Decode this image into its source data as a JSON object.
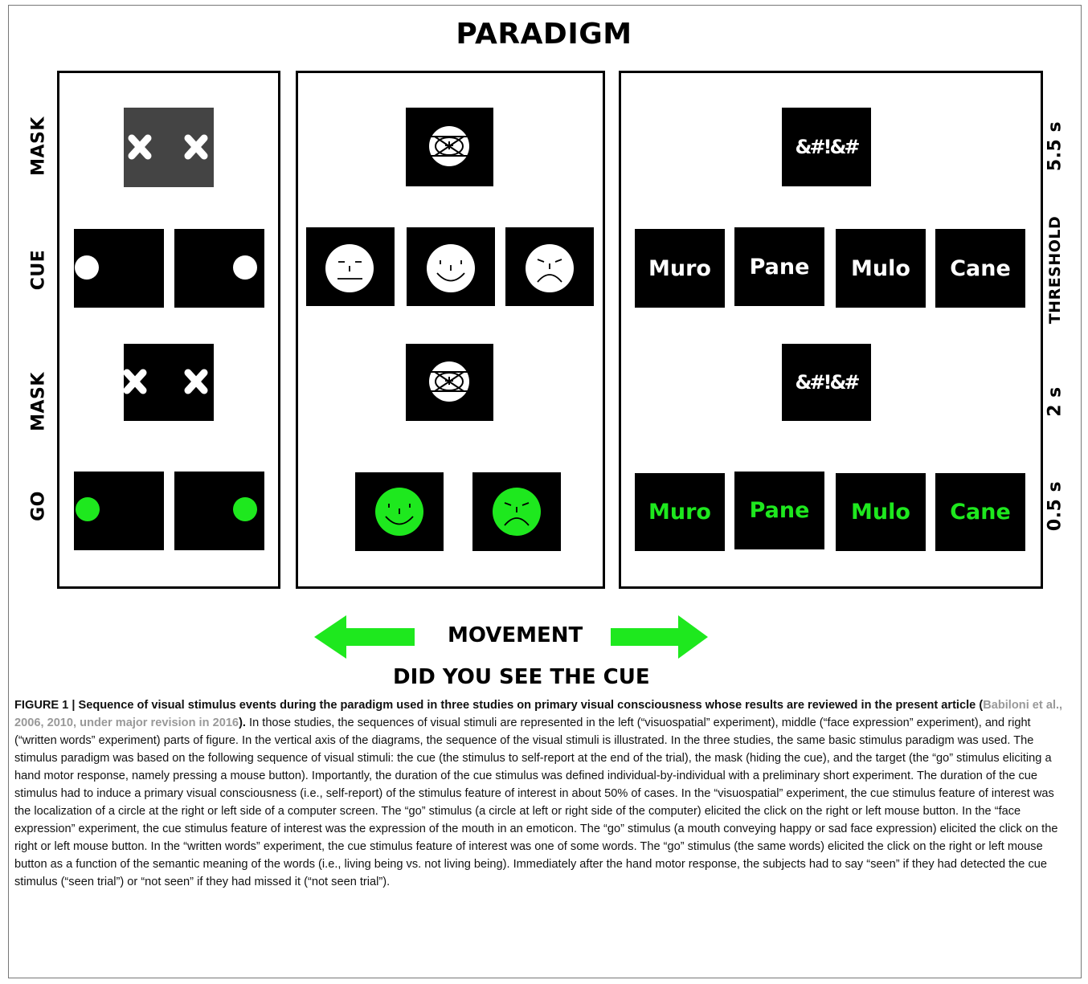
{
  "figure": {
    "title": "PARADIGM",
    "row_labels": [
      "MASK",
      "CUE",
      "MASK",
      "GO"
    ],
    "timing_labels": [
      "5.5 s",
      "THRESHOLD",
      "2 s",
      "0.5 s"
    ],
    "words_cue": [
      "Muro",
      "Pane",
      "Mulo",
      "Cane"
    ],
    "words_go": [
      "Muro",
      "Pane",
      "Mulo",
      "Cane"
    ],
    "mask_symbols": "&#!&#",
    "movement_label": "MOVEMENT",
    "question_label": "DID YOU SEE THE CUE",
    "colors": {
      "go_green": "#1ee81e",
      "arrow_green": "#1ee81e",
      "mask_gray": "#444444"
    }
  },
  "caption": {
    "lead": "FIGURE 1 | Sequence of visual stimulus events during the paradigm used in three studies on primary visual consciousness whose results are reviewed in the present article (",
    "citation": "Babiloni et al., 2006, 2010, under major revision in 2016",
    "lead_end": ").",
    "body": " In those studies, the sequences of visual stimuli are represented in the left (“visuospatial” experiment), middle (“face expression” experiment), and right (“written words” experiment) parts of figure. In the vertical axis of the diagrams, the sequence of the visual stimuli is illustrated. In the three studies, the same basic stimulus paradigm was used. The stimulus paradigm was based on the following sequence of visual stimuli: the cue (the stimulus to self-report at the end of the trial), the mask (hiding the cue), and the target (the “go” stimulus eliciting a hand motor response, namely pressing a mouse button). Importantly, the duration of the cue stimulus was defined individual-by-individual with a preliminary short experiment. The duration of the cue stimulus had to induce a primary visual consciousness (i.e., self-report) of the stimulus feature of interest in about 50% of cases. In the “visuospatial” experiment, the cue stimulus feature of interest was the localization of a circle at the right or left side of a computer screen. The “go” stimulus (a circle at left or right side of the computer) elicited the click on the right or left mouse button. In the “face expression” experiment, the cue stimulus feature of interest was the expression of the mouth in an emoticon. The “go” stimulus (a mouth conveying happy or sad face expression) elicited the click on the right or left mouse button. In the “written words” experiment, the cue stimulus feature of interest was one of some words. The “go” stimulus (the same words) elicited the click on the right or left mouse button as a function of the semantic meaning of the words (i.e., living being vs. not living being). Immediately after the hand motor response, the subjects had to say “seen” if they had detected the cue stimulus (“seen trial”) or “not seen” if they had missed it (“not seen trial”)."
  }
}
